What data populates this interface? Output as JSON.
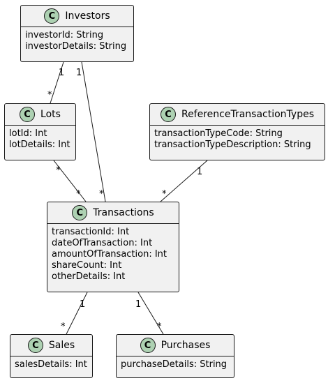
{
  "classes": {
    "investors": {
      "badge": "C",
      "name": "Investors",
      "attrs": [
        "investorId: String",
        "investorDetails: String"
      ]
    },
    "lots": {
      "badge": "C",
      "name": "Lots",
      "attrs": [
        "lotId: Int",
        "lotDetails: Int"
      ]
    },
    "reftypes": {
      "badge": "C",
      "name": "ReferenceTransactionTypes",
      "attrs": [
        "transactionTypeCode: String",
        "transactionTypeDescription: String"
      ]
    },
    "transactions": {
      "badge": "C",
      "name": "Transactions",
      "attrs": [
        "transactionId: Int",
        "dateOfTransaction: Int",
        "amountOfTransaction: Int",
        "shareCount: Int",
        "otherDetails: Int"
      ]
    },
    "sales": {
      "badge": "C",
      "name": "Sales",
      "attrs": [
        "salesDetails: Int"
      ]
    },
    "purchases": {
      "badge": "C",
      "name": "Purchases",
      "attrs": [
        "purchaseDetails: String"
      ]
    }
  },
  "relations": [
    {
      "from": "investors",
      "to": "lots",
      "from_mult": "1",
      "to_mult": "*"
    },
    {
      "from": "investors",
      "to": "transactions",
      "from_mult": "1",
      "to_mult": "*"
    },
    {
      "from": "lots",
      "to": "transactions",
      "from_mult": "*",
      "to_mult": "*"
    },
    {
      "from": "reftypes",
      "to": "transactions",
      "from_mult": "1",
      "to_mult": "*"
    },
    {
      "from": "transactions",
      "to": "sales",
      "from_mult": "1",
      "to_mult": "*"
    },
    {
      "from": "transactions",
      "to": "purchases",
      "from_mult": "1",
      "to_mult": "*"
    }
  ],
  "colors": {
    "class_fill": "#f1f1f1",
    "badge_fill": "#add1b2",
    "stroke": "#181818"
  }
}
